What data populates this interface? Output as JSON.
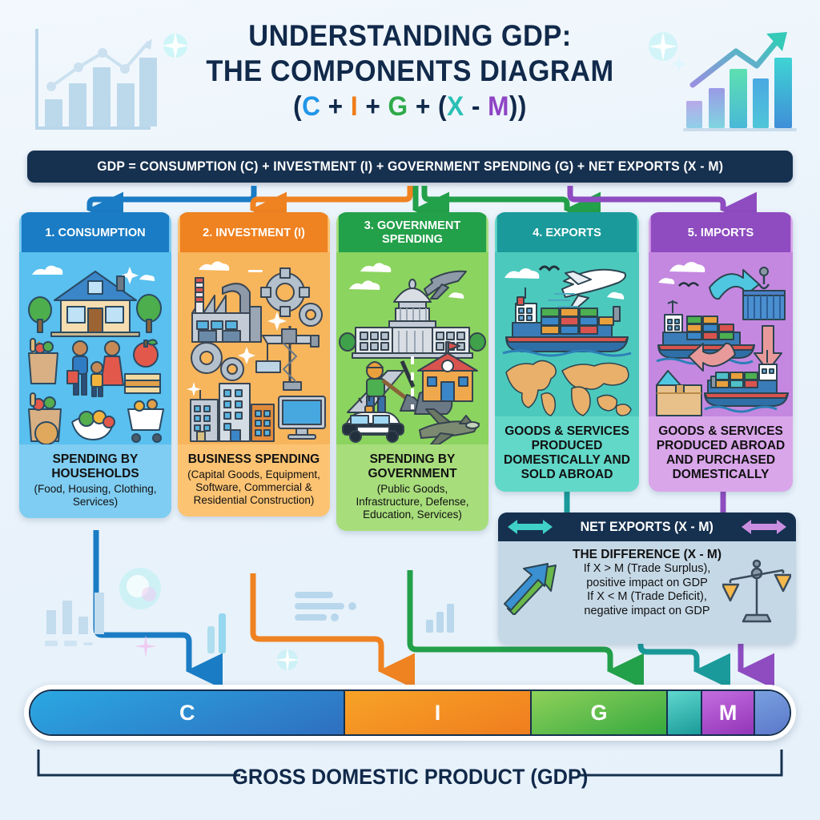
{
  "title": {
    "line1": "UNDERSTANDING GDP:",
    "line2": "THE COMPONENTS DIAGRAM",
    "formula_parts": {
      "open": "(",
      "c": "C",
      "plus1": " + ",
      "i": "I",
      "plus2": " + ",
      "g": "G",
      "plus3": " + (",
      "x": "X",
      "minus": " - ",
      "m": "M",
      "close": "))"
    }
  },
  "formula_bar": {
    "text": "GDP = CONSUMPTION (C) + INVESTMENT (I) + GOVERNMENT SPENDING (G) + NET EXPORTS (X - M)"
  },
  "columns": [
    {
      "header": "1. CONSUMPTION",
      "caption_main": "SPENDING BY HOUSEHOLDS",
      "caption_sub": "(Food, Housing, Clothing, Services)",
      "header_color": "#1a7cc4",
      "body_color": "#7fcdf2",
      "art_bg": "#59c0ef",
      "icons": [
        "house-icon",
        "family-icon",
        "grocery-bag-icon",
        "apple-icon",
        "sandwich-icon",
        "salad-bowl-icon",
        "shopping-cart-icon",
        "burger-icon",
        "tree-icon",
        "cloud-icon"
      ]
    },
    {
      "header": "2. INVESTMENT (I)",
      "caption_main": "BUSINESS SPENDING",
      "caption_sub": "(Capital Goods, Equipment, Software, Commercial & Residential Construction)",
      "header_color": "#ef8221",
      "body_color": "#fcc373",
      "art_bg": "#f7b55c",
      "icons": [
        "factory-icon",
        "gear-icon",
        "crane-icon",
        "office-building-icon",
        "monitor-icon",
        "sparkle-icon"
      ]
    },
    {
      "header": "3. GOVERNMENT SPENDING",
      "caption_main": "SPENDING BY GOVERNMENT",
      "caption_sub": "(Public Goods, Infrastructure, Defense, Education, Services)",
      "header_color": "#23a04a",
      "body_color": "#a8dd7c",
      "art_bg": "#8bd45f",
      "icons": [
        "capitol-building-icon",
        "airplane-icon",
        "road-worker-icon",
        "school-icon",
        "police-car-icon",
        "fighter-jet-icon"
      ]
    },
    {
      "header": "4. EXPORTS",
      "caption_main": "GOODS & SERVICES PRODUCED DOMESTICALLY AND SOLD ABROAD",
      "caption_sub": "",
      "header_color": "#1a9a9a",
      "body_color": "#62d8c8",
      "art_bg": "#4cc9bd",
      "icons": [
        "cargo-ship-icon",
        "airplane-icon",
        "world-map-icon",
        "bird-icon",
        "cloud-icon"
      ]
    },
    {
      "header": "5. IMPORTS",
      "caption_main": "GOODS & SERVICES PRODUCED ABROAD AND PURCHASED DOMESTICALLY",
      "caption_sub": "",
      "header_color": "#8e4cc0",
      "body_color": "#d9a6ea",
      "art_bg": "#c488e0",
      "icons": [
        "cargo-ship-icon",
        "shipping-container-icon",
        "crane-hook-icon",
        "arrow-curve-icon",
        "arrow-down-icon",
        "arrow-up-icon",
        "cardboard-box-icon"
      ]
    }
  ],
  "net_exports": {
    "title": "NET EXPORTS (X - M)",
    "heading": "THE DIFFERENCE (X - M)",
    "line1": "If X > M (Trade Surplus),",
    "line2": "positive impact on GDP",
    "line3": "If X < M (Trade Deficit),",
    "line4": "negative impact on GDP",
    "left_arrow": "double-arrow-teal-icon",
    "right_arrow": "double-arrow-purple-icon",
    "illustrations": [
      "growth-arrows-icon",
      "balance-scale-icon"
    ]
  },
  "gdp_bar": {
    "segments": [
      {
        "label": "C",
        "color_start": "#2aa8e2",
        "color_end": "#2f6fc0",
        "width_pct": 41.5
      },
      {
        "label": "I",
        "color_start": "#f7a327",
        "color_end": "#f07d1e",
        "width_pct": 24.5
      },
      {
        "label": "G",
        "color_start": "#8fd15a",
        "color_end": "#35a93f",
        "width_pct": 18.0
      },
      {
        "label": "",
        "color_start": "#5fd8cd",
        "color_end": "#1a9a9a",
        "width_pct": 4.5
      },
      {
        "label": "M",
        "color_start": "#c46ee0",
        "color_end": "#9334b8",
        "width_pct": 7.0
      },
      {
        "label": "",
        "color_start": "#79a0e0",
        "color_end": "#5b77c9",
        "width_pct": 4.5
      }
    ],
    "caption": "GROSS DOMESTIC PRODUCT (GDP)"
  },
  "colors": {
    "consumption": "#1a7cc4",
    "investment": "#ef8221",
    "government": "#23a04a",
    "exports": "#1a9a9a",
    "imports": "#8e4cc0",
    "dark_navy": "#16304f",
    "page_bg": "#eef5fb"
  }
}
